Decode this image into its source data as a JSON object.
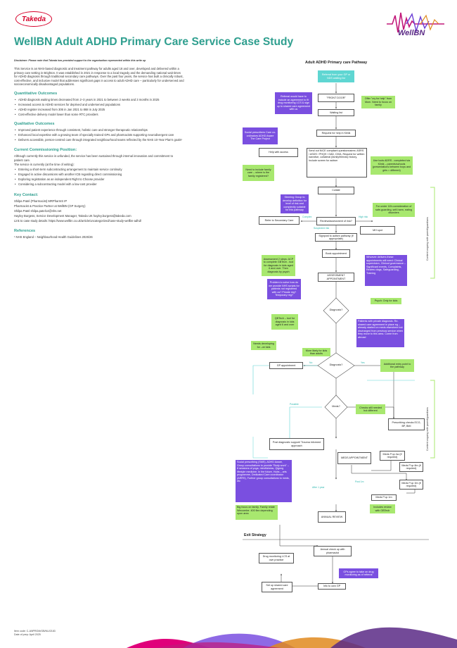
{
  "header": {
    "company_logo": "Takeda",
    "partner_logo": "WellBN",
    "title": "WellBN Adult ADHD Primary Care Service Case Study"
  },
  "disclaimer": "Disclaimer: Please note that Takeda has provided support to the organisation represented within this write up",
  "intro": [
    "This Service is an NHS-based diagnostic and treatment pathway for adults aged 18 and over, developed and delivered within a",
    "primary care setting in Brighton. It was established in 2021 in response to a local tragedy and the demanding national wait times",
    "for ADHD diagnosis through traditional secondary care pathways. Over the past four years, the service has built a clinically robust,",
    "cost-effective, and inclusive model that addresses significant gaps in access to adult ADHD care – particularly for underserved and",
    "socioeconomically disadvantaged populations."
  ],
  "quantitative": {
    "heading": "Quantitative Outcomes",
    "items": [
      "ADHD diagnosis waiting times decreased from 2–3 years in 2021 to between 2 weeks and 3 months in 2025",
      "Increased access to ADHD services for deprived and underserved populations",
      "ADHD register increased from 306 in Jan 2021 to 868 in July 2025",
      "Cost-effective delivery model lower than some RTC providers"
    ]
  },
  "qualitative": {
    "heading": "Qualitative Outcomes",
    "items": [
      "Improved patient experience through consistent, holistic care and stronger therapeutic relationships",
      "Enhanced local expertise with a growing team of specially trained GPs and pharmacists supporting neurodivergent care",
      "Delivers accessible, person-centred care through integrated neighbourhood teams reflected by the NHS 10-Year Plan's goals¹"
    ]
  },
  "commissioning": {
    "heading": "Current Commissioning Position:",
    "para1": "Although currently this service is unfunded, the service has been sustained through internal innovation and commitment to",
    "para1b": "patient care.",
    "para2": "The service is currently (at the time of writing):",
    "items": [
      "Entering a short-term subcontracting arrangement to maintain service continuity",
      "Engaged in active discussions with another ICB regarding direct commissioning",
      "Exploring registration as an independent Right to Choose provider",
      "Considering a subcontracting model with a low-cost provider"
    ]
  },
  "contacts": {
    "heading": "Key Contact:",
    "lines": [
      "Shilpa Patel (Pharmacist) MRPharmS IP",
      "Pharmacist & Practice Partner at WellBN (GP Surgery)",
      "Shilpa Patel shilpa.patel14@nhs.net",
      "Hayley Burgess, Service Development Manager, Takeda UK hayley.burgess@takeda.com",
      "Link to case study details: https://www.wellbn.co.uk/article/uncategorized/case-study-wellbn-adhd/"
    ]
  },
  "references": {
    "heading": "References",
    "items": [
      "¹ NHS England – Neighbourhood Health Guidelines 2025/26"
    ]
  },
  "flow": {
    "title": "Adult ADHD Primary care Pathway",
    "referral": "Referral from your GP or NDS waiting list",
    "front_door": "\"FRONT DOOR\"",
    "front_note": "Referral would have to include an agreement to fit drug monitoring LCS & sign up to shared care agreement with us",
    "offer_help": "Offer \"cry for help\" from Mum. Need to focus on family",
    "waiting_list": "Waiting list",
    "social_note": "Social prescribers Care co-ordinators ADHD Aware The Care Project",
    "request_help": "Request for help in Klinik",
    "help_access": "Help with access",
    "send_questionnaires": "Send out NICE compliant questionnaires: ASRS / ASDS / PHQ9 / GAD, DIVA, Request for written narrative, collateral (family/friends) history, Include screen for autism",
    "family_note": "Need to include family care – where is the family registered?",
    "use_tools": "Use tools ADRS - completed via Klinik – parents/schools (presentations between boys and girls = different)",
    "collate": "Collate",
    "steering_group": "Steering Group to develop definition for level of risk and complexity suitable for this pathway",
    "refer_secondary": "Refer to Secondary Care",
    "review_risk": "Review/assessment of risk?",
    "complex_label": "Complex",
    "high_risk_label": "High risk",
    "under18": "For under 18's consideration of safe-guarding, self-harm, eating disorders",
    "mh_spot": "MH spot",
    "suspected_label": "Suspected risk",
    "signpost": "Signpost to autism pathway (if appropriate)",
    "book_appt": "Book appointment",
    "assessment_note": "Assessment 2 steps: ACP to complete GBTech - tool for diagnosis in kids aged 6 and over. Then diagnosis by psych",
    "whoever": "Whoever delivers these appointments will need: Clinical supervision, Clinical governance – Significant events, Complaints, Review clags, Safeguarding, Training",
    "assessment_appt": "ASSESSMENT APPOINTMENT",
    "problem_note": "Problem to solve how do we provide NHS scripts for patients not registered with us? Private reg? Temporary reg?",
    "diagnosis1": "Diagnosis?",
    "psych_kids": "Psych: Only for kids",
    "qbtech": "QBTech – tool for diagnosis in kids aged 6 and over",
    "private_note": "Patients with private diagnosis. Re-shared care agreement in place eg – already started on meds elsewhere but discharged from previous service when they move to this area. Come from abroad",
    "needs_dev": "Needs developing for –ve kids",
    "more_likely": "More likely for kids than adults",
    "gp_appt": "GP appointment",
    "no_label": "No",
    "yes_label": "Yes",
    "diagnosis2": "Diagnosis?",
    "additional": "Additional entry point to the pathway",
    "meds": "Meds?",
    "checks_note": "Checks still needed but different",
    "possible_label": "Possible",
    "prescribing_checks": "Prescribing checks ECG, BP, BMI",
    "post_diag": "Post diagnostic support/ Trauma informed approach",
    "meds_appt": "MEDS APPOINTMENT",
    "meds_4w": "Meds F'up 4w (if required)",
    "meds_8w": "Meds F'up 8m (if required)",
    "meds_3m": "Meds F'up 3m (if required)",
    "meds_1m": "Meds F'up 1m",
    "social_rx": "Social prescribing (SMS), ADHD Aware, Group consultations to provide \"Body work\" – 8 sessions of yoga, mindfulness, Qigong lifestyle medicine. In the future, Hubs – arts programme, Dedicated Care coordinator (ARRS), Further group consultations to meds, etc",
    "big_focus": "Big focus on family. Family relate Wincombe. 400 flex depending upon area",
    "includes_review": "Includes review with GBTech",
    "after1y": "After 1 year",
    "post1m": "Post 1m",
    "annual_review": "ANNUAL REVIEW",
    "side_left_top": "Content ongoing with parent/guardians",
    "side_right": "Content ongoing with parent/guardians",
    "exit_heading": "Exit Strategy",
    "drug_monitoring": "Drug monitoring LCS at own practice",
    "annual_checkup": "Annual check up with pharmacist",
    "gps_agree": "GPs agree to take on drug monitoring as of referral",
    "setup_shared": "Set up shared care agreement",
    "info_gp": "Info to own GP"
  },
  "footer": {
    "item_code": "Item code: C-ANPROM/GB/NU/2183",
    "date": "Date of prep: April 2025"
  },
  "colors": {
    "title": "#2f9f8f",
    "purple": "#7a4fe0",
    "green": "#a8e86f",
    "cyan": "#5fd6d2",
    "takeda": "#d6002a"
  }
}
